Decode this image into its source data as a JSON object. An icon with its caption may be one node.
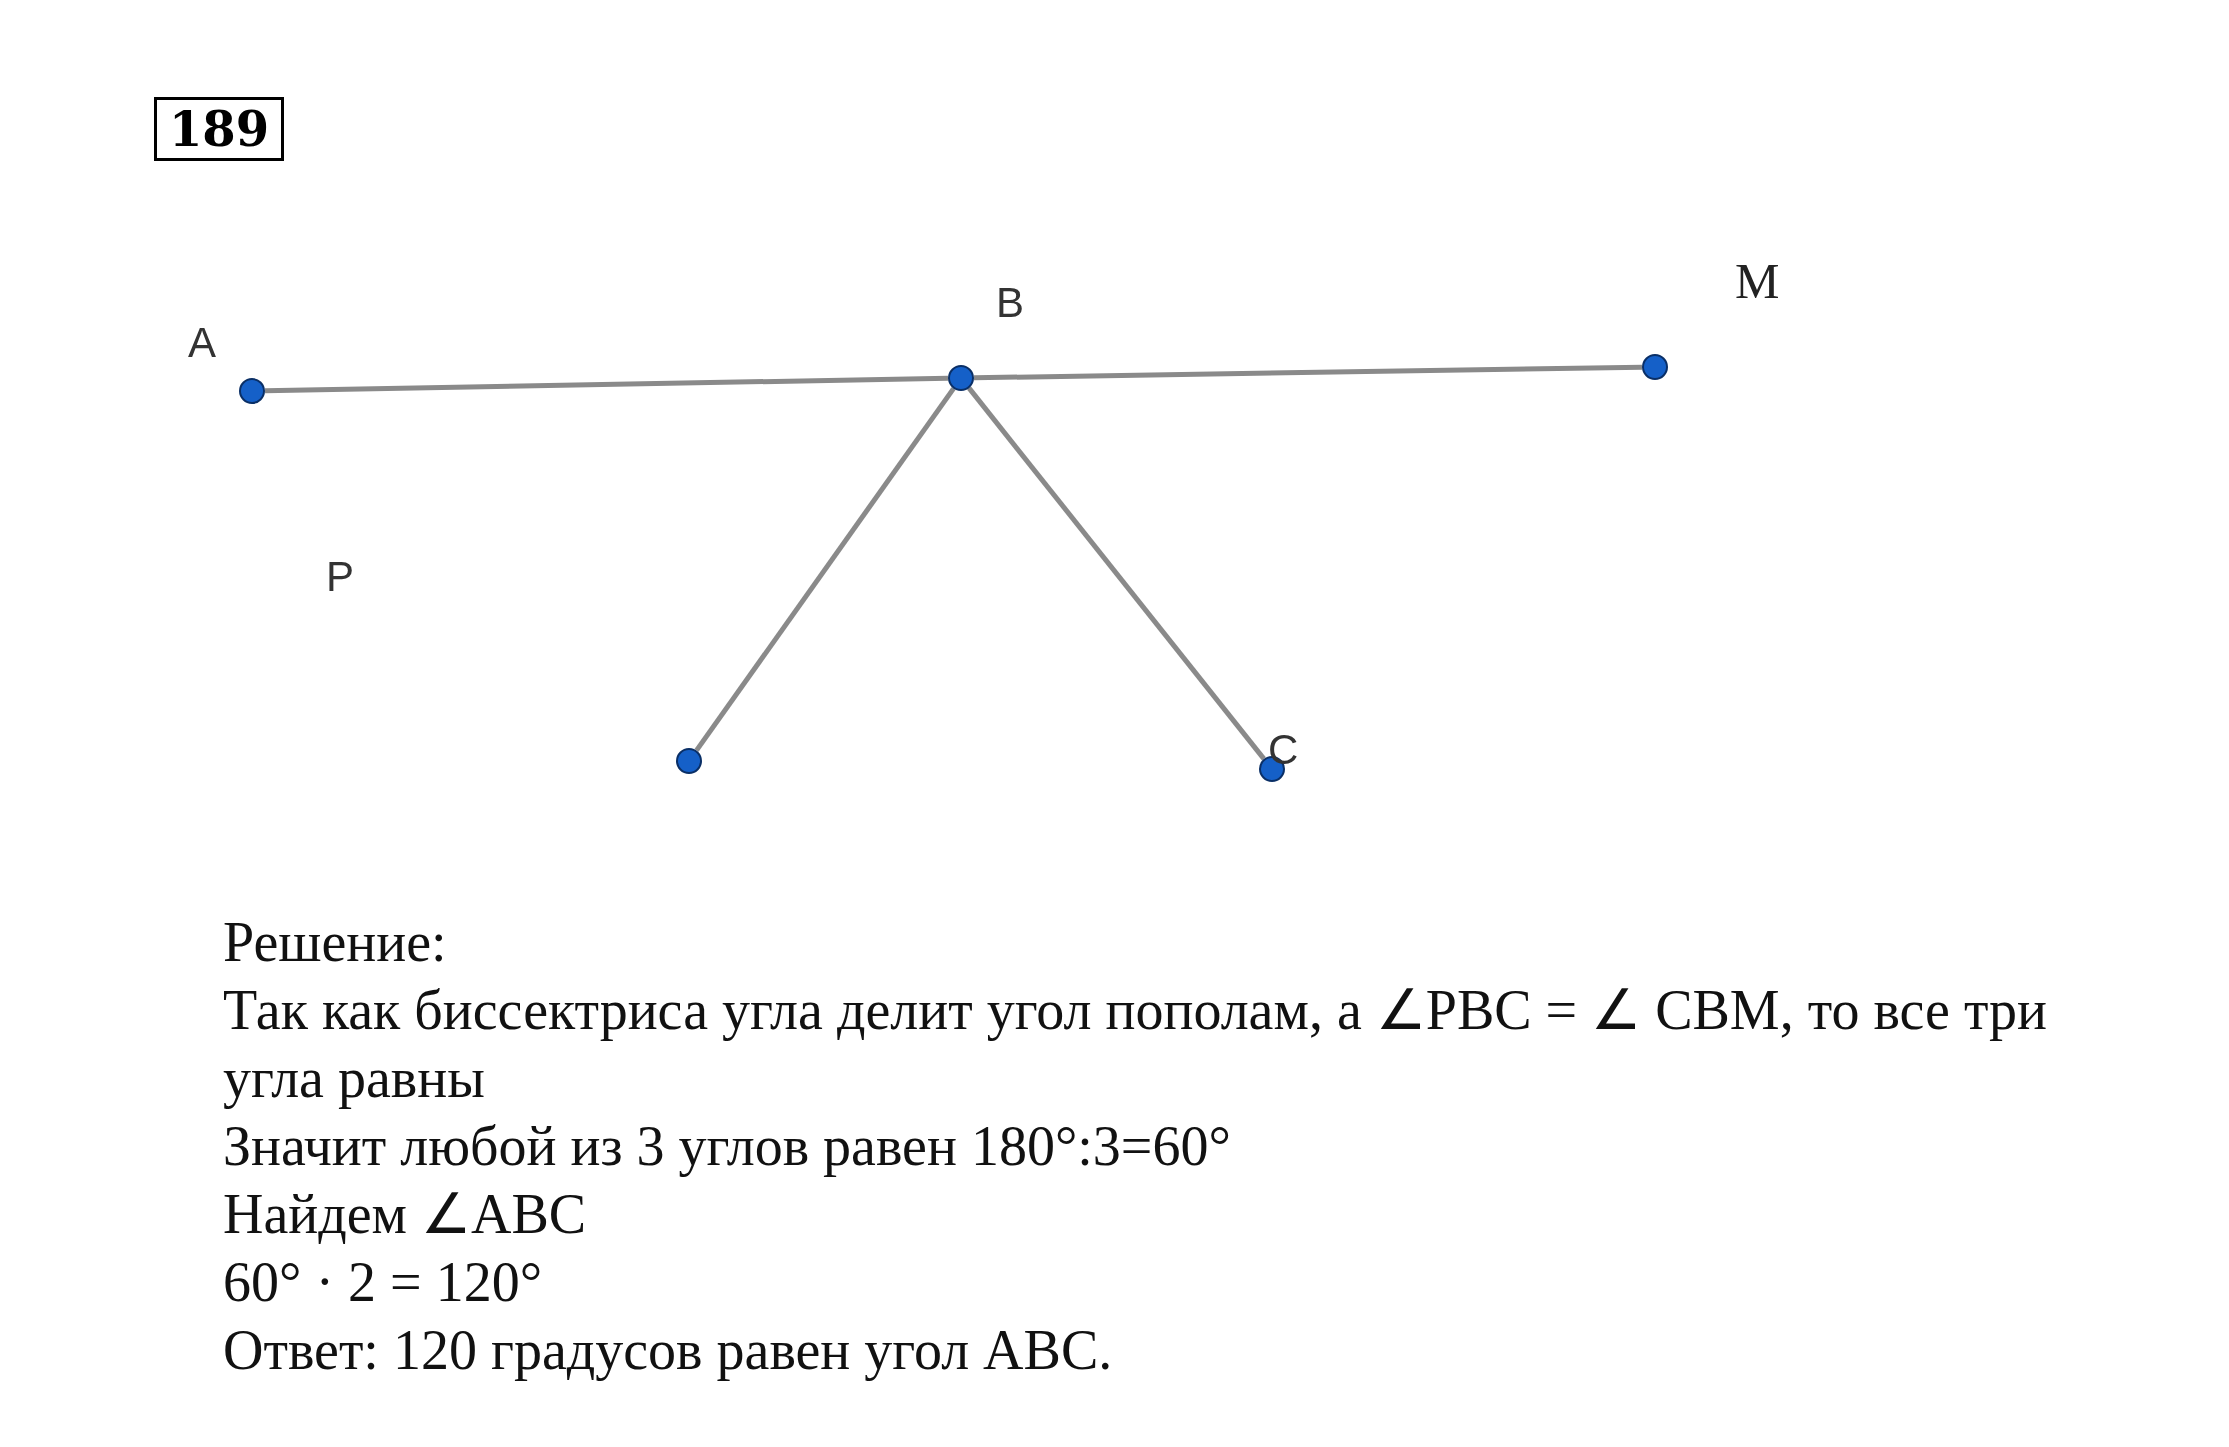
{
  "diagram": {
    "nodes": [
      {
        "text": [
          "189"
        ]
      },
      {
        "text": [],
        "shape": "circle",
        "beside": [
          "A"
        ]
      },
      {
        "text": [],
        "shape": "circle",
        "beside": [
          "B"
        ]
      },
      {
        "text": [],
        "shape": "circle",
        "beside": [
          "M"
        ]
      },
      {
        "text": [],
        "shape": "circle"
      },
      {
        "text": [],
        "shape": "circle",
        "beside": [
          "C"
        ]
      }
    ],
    "edges": [
      {
        "from": 1,
        "to": 2,
        "arrow": "none"
      },
      {
        "from": 2,
        "to": 3,
        "arrow": "none"
      },
      {
        "from": 2,
        "to": 4,
        "arrow": "none"
      },
      {
        "from": 2,
        "to": 5,
        "arrow": "none"
      }
    ],
    "labels": [
      "P",
      "Решение:",
      "Так как биссектриса угла делит угол пополам, а ∠PBC = ∠ CBM, то все три угла равны",
      "Значит любой из 3 углов равен 180°:3=60°",
      "Найдем ∠ABC",
      "60° · 2 = 120°",
      "Ответ: 120 градусов равен угол ABC."
    ]
  }
}
